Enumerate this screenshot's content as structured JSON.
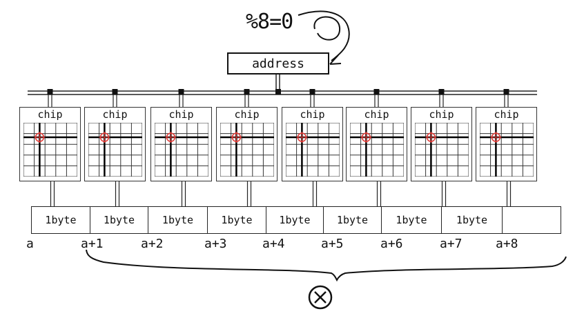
{
  "note": "%8=0",
  "address_label": "address",
  "chip_label": "chip",
  "bytes": [
    "1byte",
    "1byte",
    "1byte",
    "1byte",
    "1byte",
    "1byte",
    "1byte",
    "1byte",
    ""
  ],
  "address_labels": [
    "a",
    "a+1",
    "a+2",
    "a+3",
    "a+4",
    "a+5",
    "a+6",
    "a+7",
    "a+8"
  ],
  "colors": {
    "ink": "#111111",
    "marker": "#e53935"
  },
  "icons": {
    "wrong_mark": "circled-x-icon"
  }
}
